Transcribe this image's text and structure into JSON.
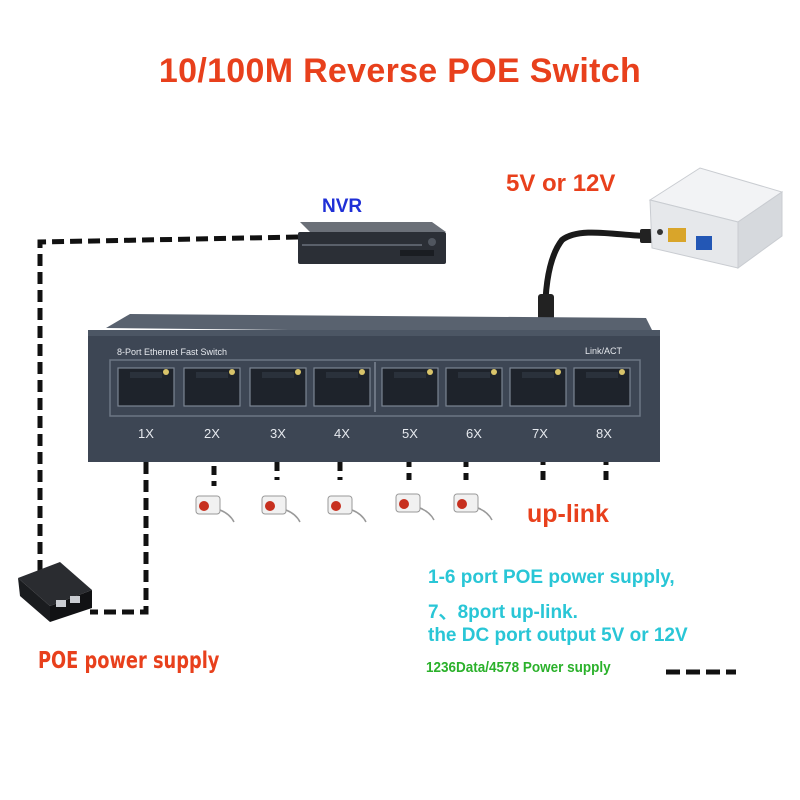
{
  "title": "10/100M Reverse POE Switch",
  "nvr_label": "NVR",
  "dc_label": "5V or 12V",
  "switch": {
    "name": "8-Port Ethernet Fast Switch",
    "link_label": "Link/ACT",
    "ports": [
      "1X",
      "2X",
      "3X",
      "4X",
      "5X",
      "6X",
      "7X",
      "8X"
    ]
  },
  "uplink_label": "up-link",
  "poe_supply_label": "POE power supply",
  "notes": [
    "1-6 port POE power supply,",
    "7、8port up-link.",
    "the DC port output 5V or 12V"
  ],
  "legend_text": "1236Data/4578 Power supply",
  "colors": {
    "title": "#e8401c",
    "nvr_label": "#1f2fd6",
    "notes": "#29c6d6",
    "legend": "#2bb12b",
    "switch_body": "#3d4654",
    "cable": "#111111"
  }
}
